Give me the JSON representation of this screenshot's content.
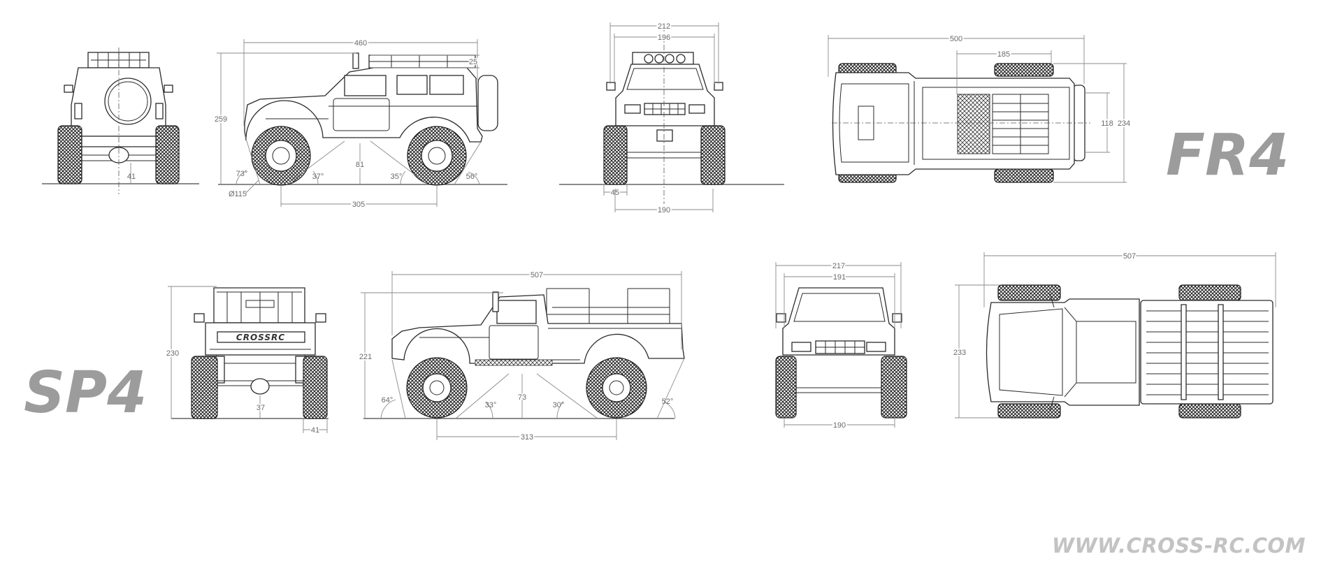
{
  "models": {
    "fr4": {
      "name": "FR4",
      "rear": {
        "ground_clearance": "41"
      },
      "side": {
        "length": "460",
        "height": "259",
        "rack_height": "25",
        "clearance": "81",
        "wheelbase": "305",
        "tire_diameter": "Ø115",
        "approach_angle": "73°",
        "breakover_front": "37°",
        "breakover_rear": "35°",
        "departure_angle": "56°"
      },
      "front": {
        "width": "212",
        "body_width": "196",
        "tire_width": "45",
        "track": "190"
      },
      "top": {
        "length": "500",
        "rack_length": "185",
        "width": "234",
        "spare_width": "118"
      }
    },
    "sp4": {
      "name": "SP4",
      "rear": {
        "height": "230",
        "ground_clearance": "37",
        "tire_width": "41",
        "plate": "CROSSRC"
      },
      "side": {
        "length": "507",
        "height": "221",
        "clearance": "73",
        "wheelbase": "313",
        "approach_angle": "64°",
        "breakover_front": "33°",
        "breakover_rear": "30°",
        "departure_angle": "52°"
      },
      "front": {
        "width": "217",
        "body_width": "191",
        "track": "190"
      },
      "top": {
        "length": "507",
        "width": "233"
      }
    }
  },
  "website": "WWW.CROSS-RC.COM"
}
